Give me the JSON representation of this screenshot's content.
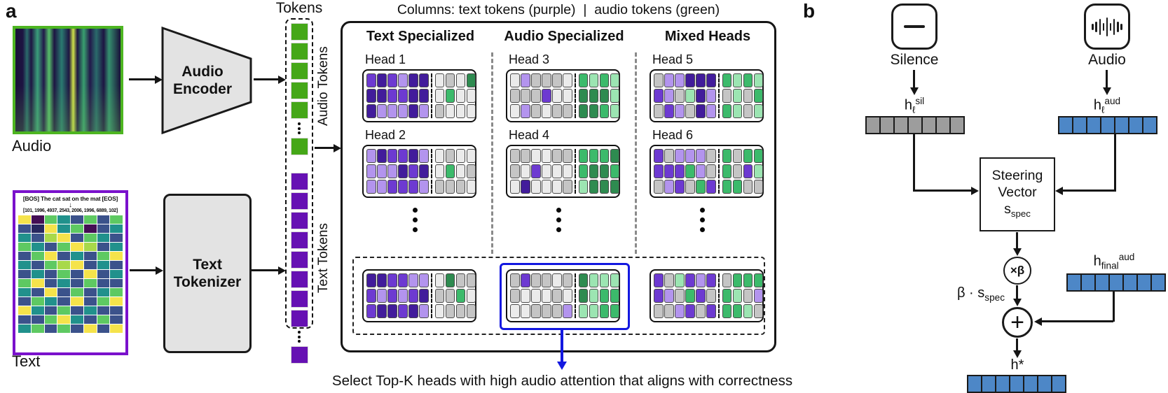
{
  "figure": {
    "panel_a": {
      "label": "a",
      "audio_image_label": "Audio",
      "text_image_label": "Text",
      "encoder": {
        "line1": "Audio",
        "line2": "Encoder"
      },
      "tokenizer": {
        "line1": "Text",
        "line2": "Tokenizer"
      },
      "text_image": {
        "sentence": "[BOS] The cat sat on the mat [EOS]",
        "down_arrow": "↓",
        "token_ids": "[101, 1996, 4937, 2543, 2006, 1996, 6889, 102]",
        "heatmap_palette": [
          "#f5e34b",
          "#5ec962",
          "#21918c",
          "#3b528b",
          "#27275e",
          "#440e54",
          "#a8d94a"
        ],
        "heatmap_rows": [
          "05123131",
          "34021532",
          "23603123",
          "12310632",
          "31032310",
          "23160323",
          "32313032",
          "10323133",
          "23031321",
          "31230310",
          "02313233",
          "33102313",
          "21313030"
        ]
      },
      "tokens": {
        "title": "Tokens",
        "audio_side_label": "Audio Tokens",
        "text_side_label": "Text Tokens",
        "audio_before_dots": 5,
        "audio_after_dots": 1,
        "text_before_dots": 8,
        "text_after_dots": 1,
        "audio_color": "#45a718",
        "text_color": "#6611b3"
      },
      "attention": {
        "header": "Columns: text tokens (purple)  |  audio tokens (green)",
        "column_titles": [
          "Text Specialized",
          "Audio Specialized",
          "Mixed Heads"
        ],
        "cell_palette": {
          "P": "#421c9b",
          "Q": "#6d3ad1",
          "p": "#b394ee",
          "g": "#ebebeb",
          "G": "#c5c5c5",
          "D": "#2e8b50",
          "E": "#3cba6b",
          "e": "#9ce5b2"
        },
        "heads": [
          {
            "label": "Head 1",
            "grid": [
              "QPQpPP|gGgD",
              "PPQQPP|gEgg",
              "PpppPp|Gggg"
            ]
          },
          {
            "label": "Head 2",
            "grid": [
              "pPQQPp|gGgg",
              "pppPQP|gEgG",
              "ppQQQp|GGGg"
            ]
          },
          {
            "label": "Head 3",
            "grid": [
              "gpGGGg|EeEe",
              "GGGQgg|DDDe",
              "gpGgGG|DDEe"
            ]
          },
          {
            "label": "Head 4",
            "grid": [
              "GGggGG|EEED",
              "GgQggg|EDDE",
              "gPgggG|eDDD"
            ]
          },
          {
            "label": "Head 5",
            "grid": [
              "GppPPP|EeEe",
              "QpGePp|GeGE",
              "GQpGPp|EeGe"
            ]
          },
          {
            "label": "Head 6",
            "grid": [
              "QGpppG|EGEE",
              "QQQEpG|EGQe",
              "GpQGEQ|EEGG"
            ]
          }
        ],
        "bottom_grids": [
          {
            "grid": [
              "PPQQpp|gDGG",
              "QpQpQP|GGEg",
              "QPPQPp|gGGG"
            ]
          },
          {
            "grid": [
              "GQGGgG|Deee",
              "GgggGg|DeEE",
              "ggGGGp|eeEE"
            ]
          },
          {
            "grid": [
              "QGeQpQ|GEEE",
              "QpGEQG|EeGp",
              "GGpQGQ|EEeG"
            ]
          }
        ],
        "caption": "Select Top-K heads with high audio attention that aligns with correctness"
      }
    },
    "panel_b": {
      "label": "b",
      "silence": {
        "label": "Silence",
        "vec_base": "h",
        "vec_sub": "ℓ",
        "vec_sup": "sil"
      },
      "audio": {
        "label": "Audio",
        "vec_base": "h",
        "vec_sub": "ℓ",
        "vec_sup": "aud"
      },
      "steering_box": {
        "line1": "Steering",
        "line2": "Vector",
        "sym_base": "s",
        "sym_sub": "spec"
      },
      "mult_label": "×β",
      "beta_label": {
        "base": "β · s",
        "sub": "spec"
      },
      "hfinal": {
        "base": "h",
        "sub": "final",
        "sup": "aud"
      },
      "plus_label": "+",
      "hstar_label": "h*",
      "strip_cells": 7,
      "colors": {
        "silence": "#9d9d9d",
        "audio": "#4d87c7"
      }
    }
  }
}
